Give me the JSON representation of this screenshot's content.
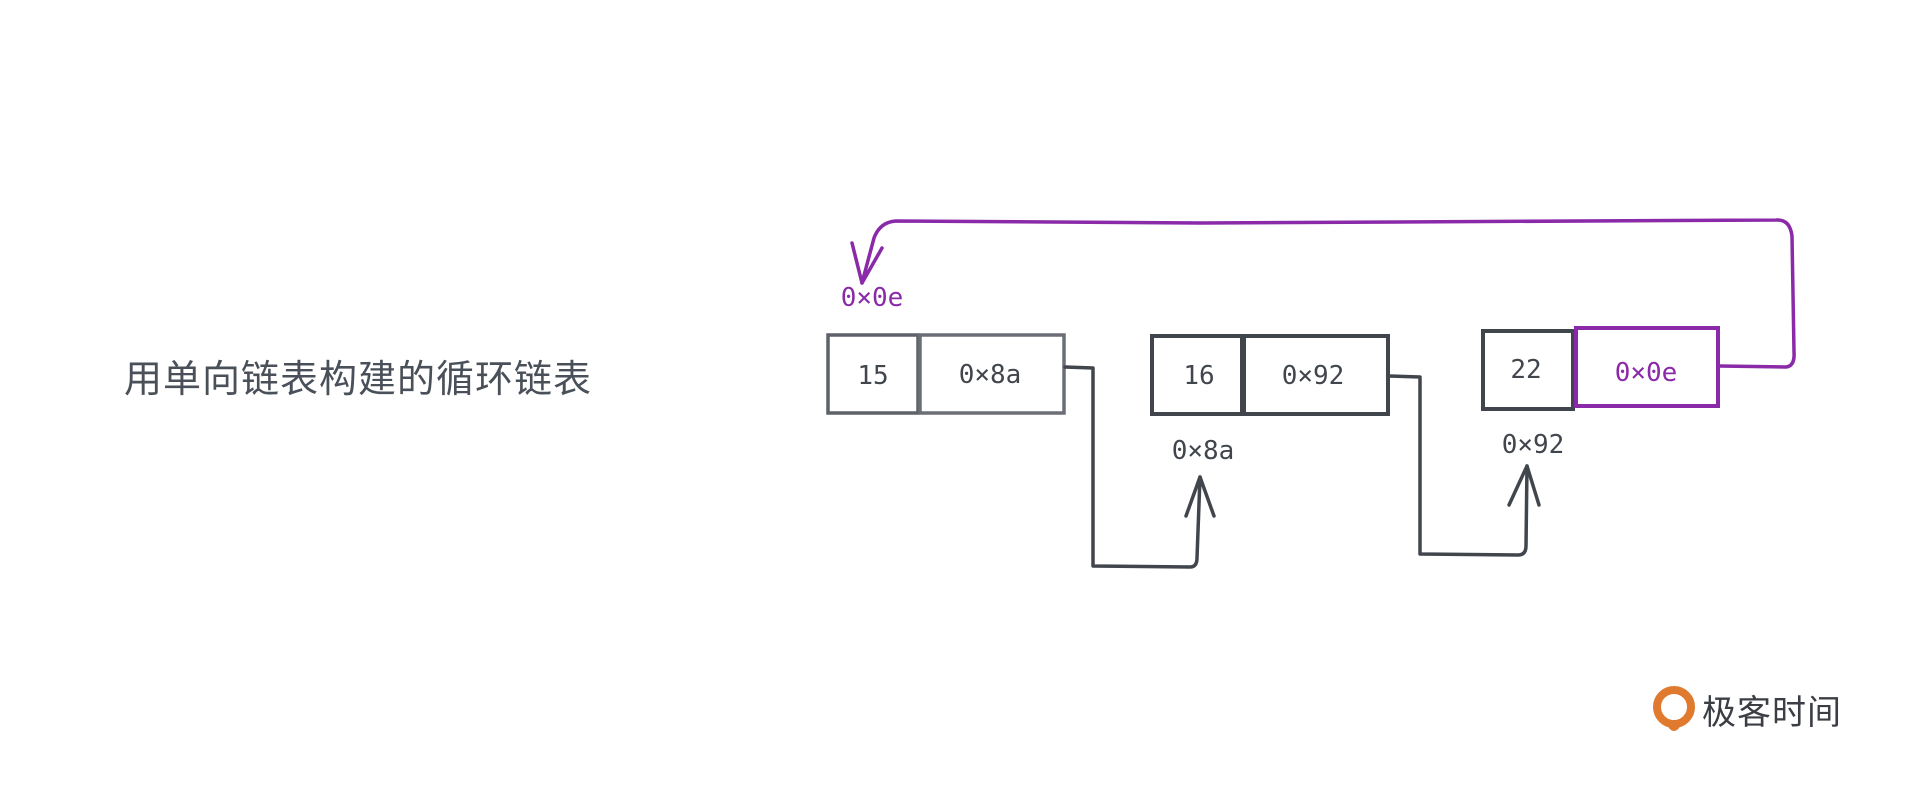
{
  "title": "用单向链表构建的循环链表",
  "colors": {
    "ink": "#41464d",
    "ink_light": "#6b6f75",
    "accent": "#8a2aa8",
    "logo_orange": "#e07a2e"
  },
  "nodes": [
    {
      "value": "15",
      "next": "0×8a",
      "address": "0×0e",
      "address_highlight": true,
      "next_highlight": false
    },
    {
      "value": "16",
      "next": "0×92",
      "address": "0×8a",
      "address_highlight": false,
      "next_highlight": false
    },
    {
      "value": "22",
      "next": "0×0e",
      "address": "0×92",
      "address_highlight": false,
      "next_highlight": true
    }
  ],
  "logo": {
    "text": "极客时间",
    "icon": "geektime-logo-icon"
  }
}
